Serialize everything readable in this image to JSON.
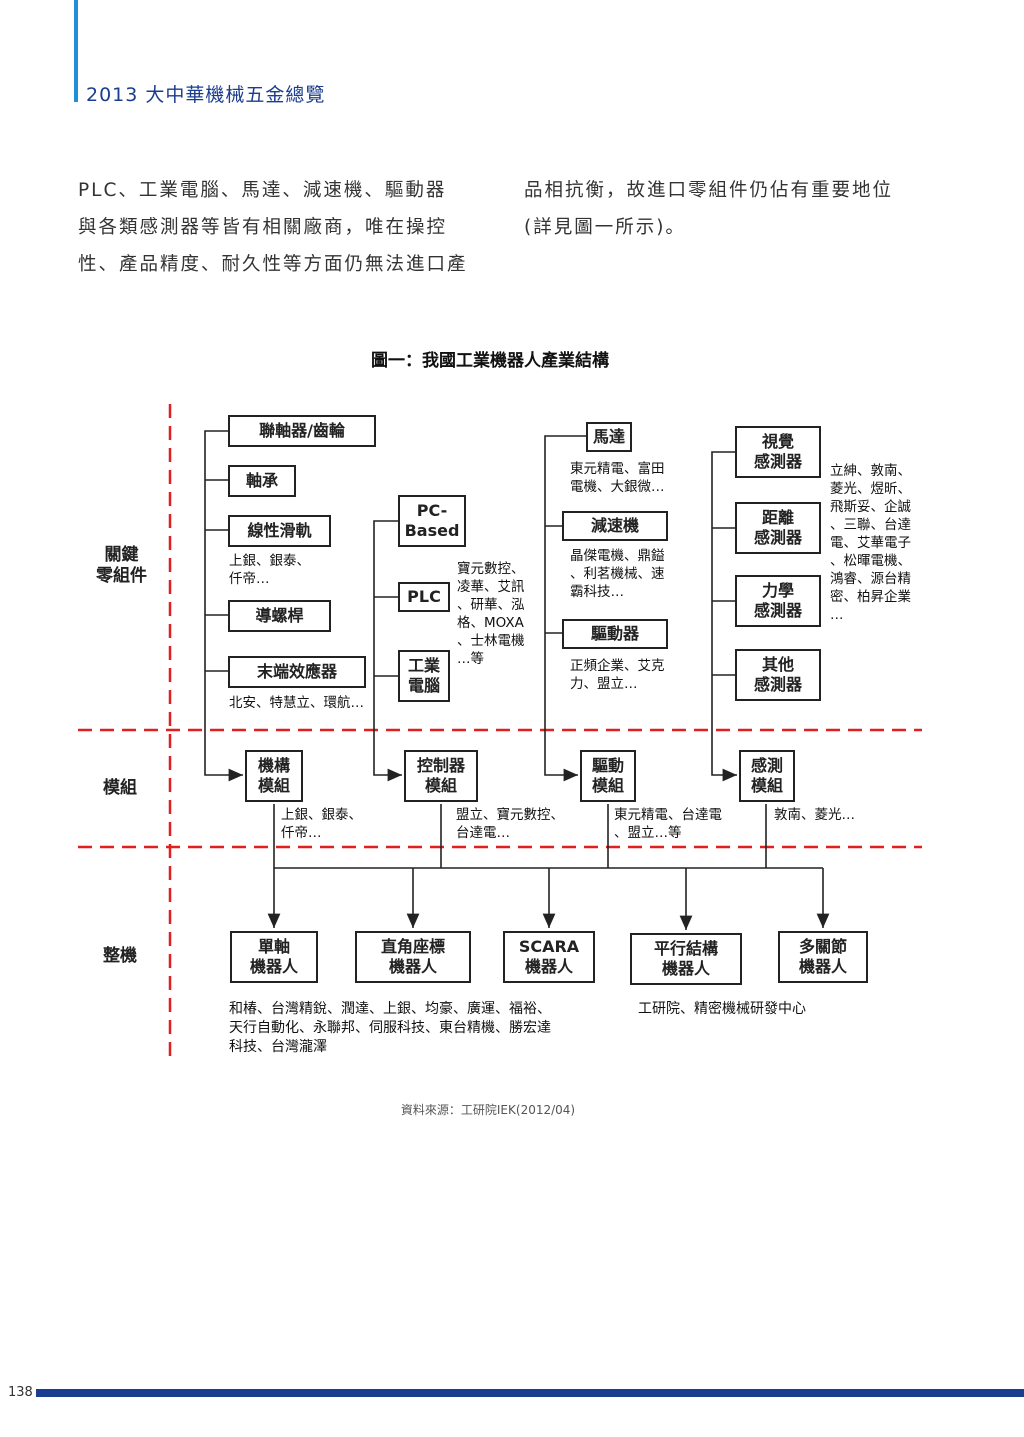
{
  "header": {
    "title": "2013 大中華機械五金總覽"
  },
  "body_text": {
    "col1": [
      "PLC、工業電腦、馬達、減速機、驅動器",
      "與各類感測器等皆有相關廠商，唯在操控",
      "性、產品精度、耐久性等方面仍無法進口產"
    ],
    "col2": [
      "品相抗衡，故進口零組件仍佔有重要地位",
      "(詳見圖一所示)。"
    ]
  },
  "figure": {
    "title": "圖一：我國工業機器人產業結構",
    "rows": {
      "key_components": "關鍵\n零組件",
      "modules": "模組",
      "complete": "整機"
    },
    "boxes": {
      "coupling": "聯軸器/齒輪",
      "bearing": "軸承",
      "linear_rail": "線性滑軌",
      "ball_screw": "導螺桿",
      "end_effector": "末端效應器",
      "pc_based": "PC-\nBased",
      "plc": "PLC",
      "ipc": "工業\n電腦",
      "motor": "馬達",
      "reducer": "減速機",
      "driver": "驅動器",
      "vision": "視覺\n感測器",
      "distance": "距離\n感測器",
      "force": "力學\n感測器",
      "other_sensor": "其他\n感測器",
      "mech_module": "機構\n模組",
      "ctrl_module": "控制器\n模組",
      "drive_module": "驅動\n模組",
      "sensor_module": "感測\n模組",
      "single_axis": "單軸\n機器人",
      "cartesian": "直角座標\n機器人",
      "scara": "SCARA\n機器人",
      "parallel": "平行結構\n機器人",
      "multi_joint": "多關節\n機器人"
    },
    "labels": {
      "rail_makers": "上銀、銀泰、\n仟帝…",
      "effector_makers": "北安、特慧立、環航…",
      "ctrl_makers": "寶元數控、\n凌華、艾訊\n、研華、泓\n格、MOXA\n、士林電機\n…等",
      "motor_makers": "東元精電、富田\n電機、大銀微…",
      "reducer_makers": "晶傑電機、鼎鎰\n、利茗機械、速\n霸科技…",
      "driver_makers": "正頻企業、艾克\n力、盟立…",
      "sensor_makers": "立紳、敦南、\n菱光、煜昕、\n飛斯妥、企誠\n、三聯、台達\n電、艾華電子\n、松暉電機、\n鴻睿、源台精\n密、柏昇企業\n…",
      "mech_mod_makers": "上銀、銀泰、\n仟帝…",
      "ctrl_mod_makers": "盟立、寶元數控、\n台達電…",
      "drive_mod_makers": "東元精電、台達電\n、盟立…等",
      "sensor_mod_makers": "敦南、菱光…",
      "robot_makers_left": "和椿、台灣精銳、潤達、上銀、均豪、廣運、福裕、\n天行自動化、永聯邦、伺服科技、東台精機、勝宏達\n科技、台灣瀧澤",
      "robot_makers_right": "工研院、精密機械研發中心"
    },
    "source": "資料來源：工研院IEK(2012/04)"
  },
  "footer": {
    "page_number": "138"
  },
  "colors": {
    "accent_blue": "#1b3d8f",
    "bar_blue": "#1f8fd6",
    "divider_red": "#e02020"
  }
}
